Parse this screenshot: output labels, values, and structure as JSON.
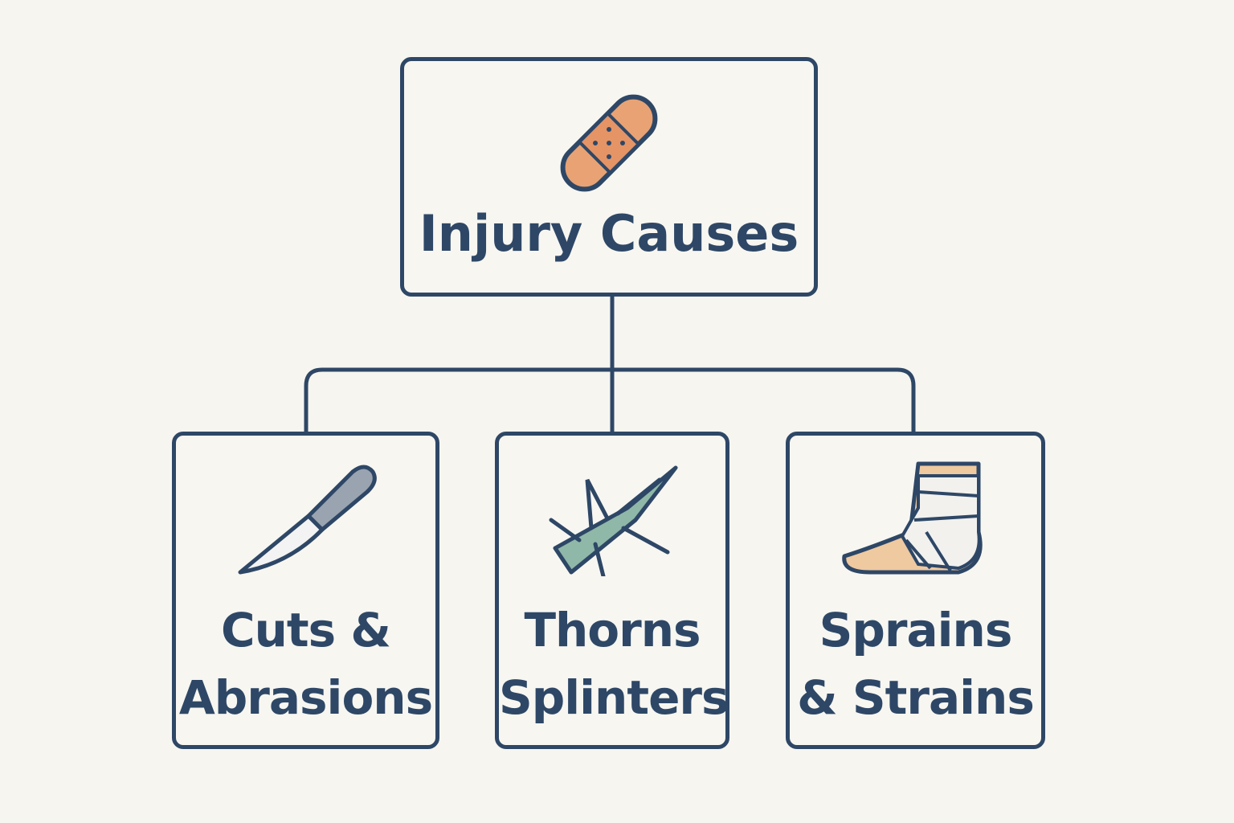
{
  "root": {
    "label": "Injury Causes",
    "icon": "bandage-icon"
  },
  "children": [
    {
      "line1": "Cuts &",
      "line2": "Abrasions",
      "icon": "knife-icon"
    },
    {
      "line1": "Thorns",
      "line2": "Splinters",
      "icon": "thorn-branch-icon"
    },
    {
      "line1": "Sprains",
      "line2": "& Strains",
      "icon": "bandaged-foot-icon"
    }
  ],
  "colors": {
    "stroke": "#2e4766",
    "background": "#f6f5f0",
    "bandage": "#e9a273",
    "blade_handle": "#9aa3b0",
    "thorn": "#8fb8a8",
    "skin": "#efc9a0"
  }
}
